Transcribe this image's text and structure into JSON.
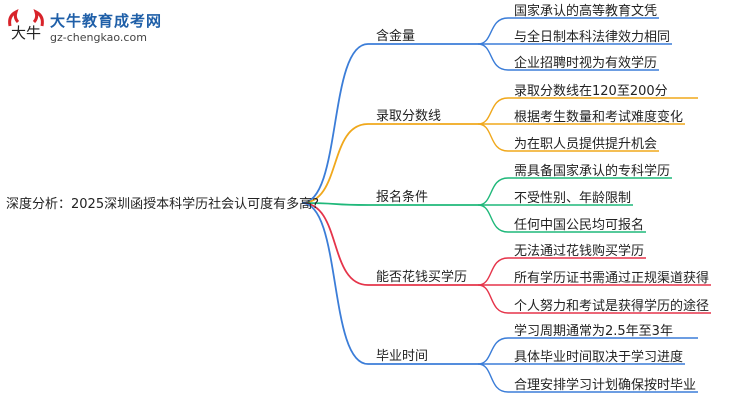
{
  "logo": {
    "title": "大牛教育成考网",
    "url": "gz-chengkao.com",
    "mark": "大牛"
  },
  "root": "深度分析：2025深圳函授本科学历社会认可度有多高?",
  "branches": [
    {
      "label": "含金量",
      "color": "#3b7dd8",
      "leaves": [
        "国家承认的高等教育文凭",
        "与全日制本科法律效力相同",
        "企业招聘时视为有效学历"
      ]
    },
    {
      "label": "录取分数线",
      "color": "#f0a81c",
      "leaves": [
        "录取分数线在120至200分",
        "根据考生数量和考试难度变化",
        "为在职人员提供提升机会"
      ]
    },
    {
      "label": "报名条件",
      "color": "#1fb87a",
      "leaves": [
        "需具备国家承认的专科学历",
        "不受性别、年龄限制",
        "任何中国公民均可报名"
      ]
    },
    {
      "label": "能否花钱买学历",
      "color": "#e5344a",
      "leaves": [
        "无法通过花钱购买学历",
        "所有学历证书需通过正规渠道获得",
        "个人努力和考试是获得学历的途径"
      ]
    },
    {
      "label": "毕业时间",
      "color": "#3b7dd8",
      "leaves": [
        "学习周期通常为2.5年至3年",
        "具体毕业时间取决于学习进度",
        "合理安排学习计划确保按时毕业"
      ]
    }
  ]
}
